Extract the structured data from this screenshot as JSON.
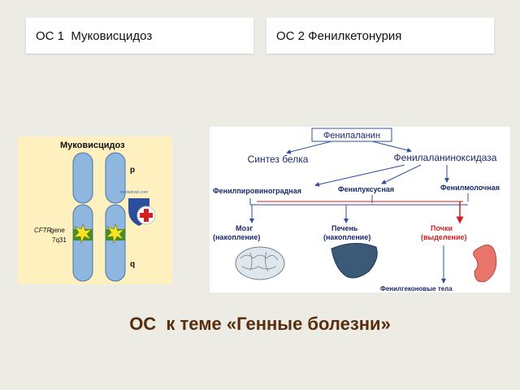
{
  "cards": [
    {
      "label": "ОС 1  Муковисцидоз"
    },
    {
      "label": "ОС 2 Фенилкетонурия"
    }
  ],
  "cf_figure": {
    "title": "Муковисцидоз",
    "arm_p": "p",
    "arm_q": "q",
    "gene_name": "CFTR",
    "gene_word": "gene",
    "locus": "7q31",
    "watermark": "medunivet.com"
  },
  "pku_figure": {
    "root": "Фенилаланин",
    "protein_synthesis": "Синтез белка",
    "enzyme": "Фенилаланиноксидаза",
    "metabolites": [
      "Фенилпировиноградная",
      "Фенилуксусная",
      "Фенилмолочная"
    ],
    "organs": [
      {
        "name": "Мозг",
        "note": "(накопление)"
      },
      {
        "name": "Печень",
        "note": "(накопление)"
      },
      {
        "name": "Почки",
        "note": "(выделение)"
      }
    ],
    "ketones": "Фенилгеконовые тела"
  },
  "bottom_title": "ОС  к теме «Генные болезни»",
  "colors": {
    "background": "#ecece4",
    "title_brown": "#5a2d0c",
    "chromosome_blue": "#8fb6df",
    "arrow_blue": "#2f4f9f",
    "kidney_red": "#d41e1e"
  }
}
